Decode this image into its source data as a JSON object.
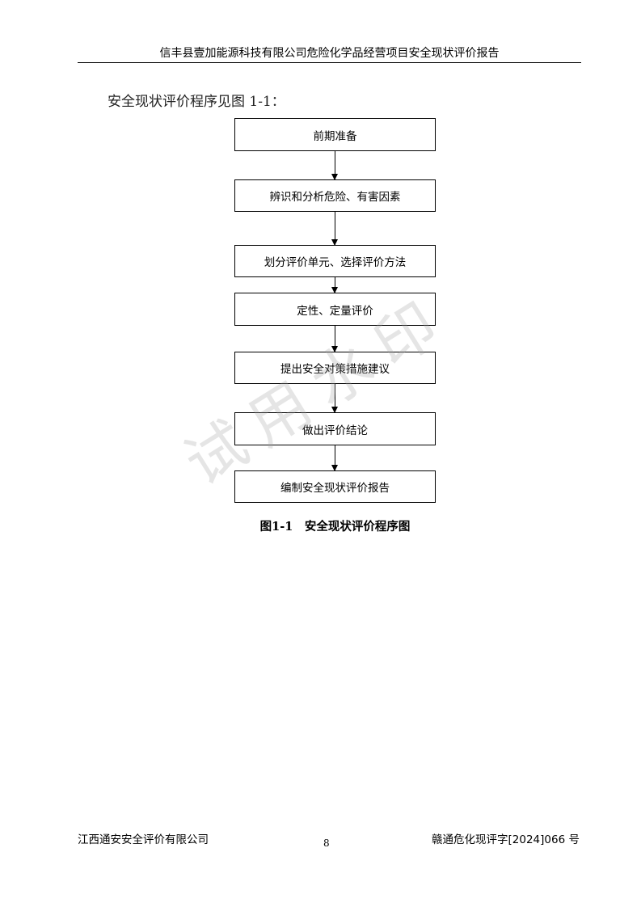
{
  "header": {
    "title": "信丰县壹加能源科技有限公司危险化学品经营项目安全现状评价报告"
  },
  "intro": "安全现状评价程序见图 1-1：",
  "flowchart": {
    "steps": [
      "前期准备",
      "辨识和分析危险、有害因素",
      "划分评价单元、选择评价方法",
      "定性、定量评价",
      "提出安全对策措施建议",
      "做出评价结论",
      "编制安全现状评价报告"
    ],
    "caption": "图1-1　安全现状评价程序图"
  },
  "watermark": "试用水印",
  "footer": {
    "company": "江西通安安全评价有限公司",
    "page_number": "8",
    "report_number": "赣通危化现评字[2024]066 号"
  }
}
